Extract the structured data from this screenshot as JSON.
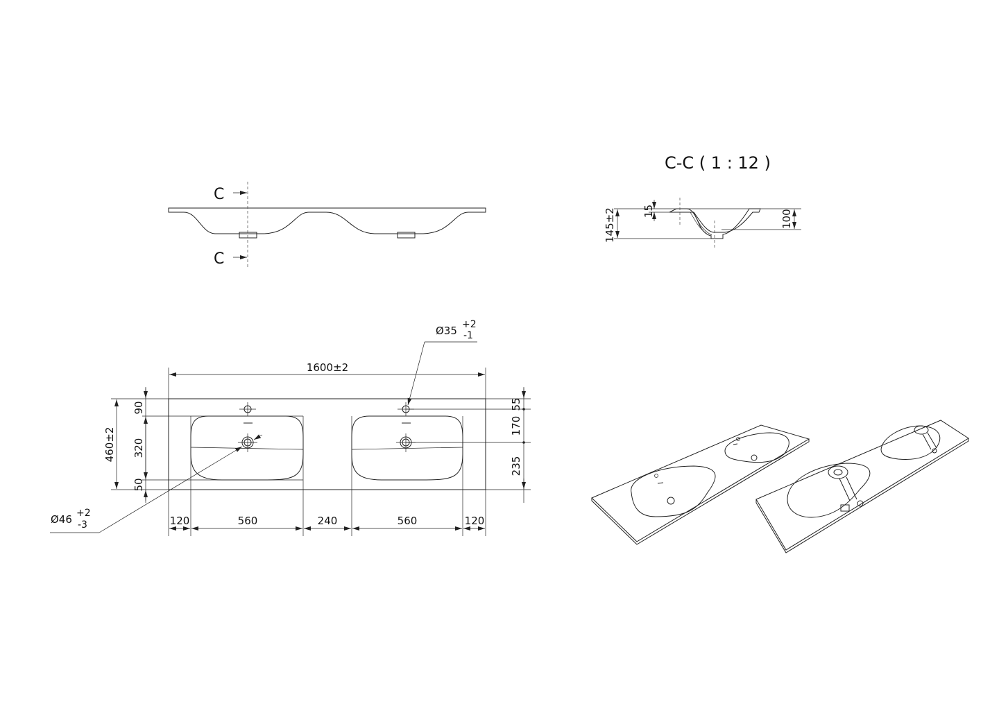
{
  "section_marks": {
    "top": "C",
    "bottom": "C"
  },
  "section_view": {
    "title": "C-C ( 1 : 12 )",
    "dims": {
      "overall_height": "145±2",
      "rim": "15",
      "basin_depth": "100"
    }
  },
  "plan_view": {
    "overall_length": "1600±2",
    "overall_depth": "460±2",
    "left_dims": [
      "90",
      "320",
      "50"
    ],
    "right_dims": [
      "55",
      "170",
      "235"
    ],
    "bottom_dims": [
      "120",
      "560",
      "240",
      "560",
      "120"
    ],
    "tap_hole": {
      "label": "Ø35",
      "tol_plus": "+2",
      "tol_minus": "-1"
    },
    "drain_hole": {
      "label": "Ø46",
      "tol_plus": "+2",
      "tol_minus": "-3"
    }
  },
  "colors": {
    "line": "#222222",
    "background": "#ffffff"
  }
}
